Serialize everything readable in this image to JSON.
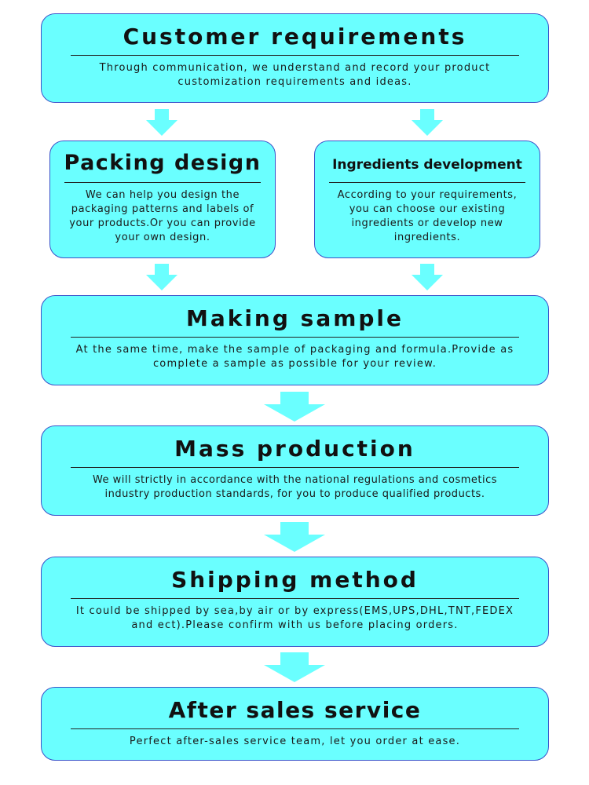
{
  "colors": {
    "box_fill": "#6affff",
    "box_border": "#3a52c9",
    "arrow_fill": "#6affff"
  },
  "steps": {
    "customer_requirements": {
      "title": "Customer requirements",
      "description": "Through communication, we understand and record your product customization requirements and ideas."
    },
    "packing_design": {
      "title": "Packing design",
      "description": "We can help you design the packaging patterns and labels of your products.Or you can provide your own design."
    },
    "ingredients_development": {
      "title": "Ingredients development",
      "description": "According to your requirements, you can choose our existing ingredients or develop new ingredients."
    },
    "making_sample": {
      "title": "Making sample",
      "description": "At the same time, make the sample of packaging and formula.Provide as complete a sample as possible for your review."
    },
    "mass_production": {
      "title": "Mass production",
      "description": "We will strictly in accordance with the national regulations and cosmetics industry production standards, for you to produce qualified products."
    },
    "shipping_method": {
      "title": "Shipping method",
      "description": "It could be shipped by sea,by air or by express(EMS,UPS,DHL,TNT,FEDEX and ect).Please confirm with us before placing orders."
    },
    "after_sales_service": {
      "title": "After sales service",
      "description": "Perfect after-sales service team, let you order at ease."
    }
  }
}
